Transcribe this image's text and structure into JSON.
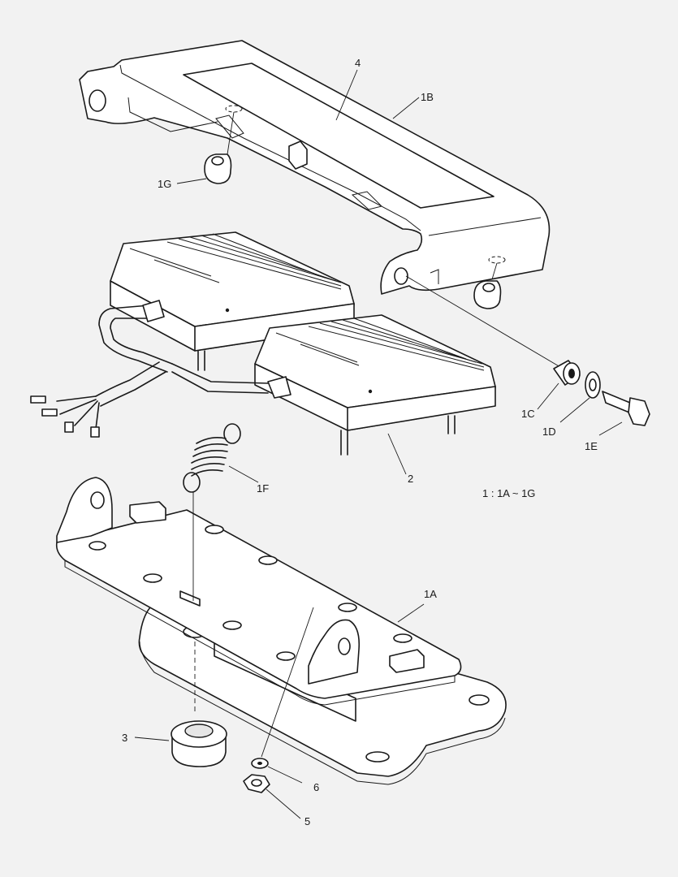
{
  "labels": {
    "l4": "4",
    "l1B": "1B",
    "l1G": "1G",
    "l1C": "1C",
    "l1D": "1D",
    "l1E": "1E",
    "l2": "2",
    "l1F": "1F",
    "l1A": "1A",
    "l3": "3",
    "l6": "6",
    "l5": "5",
    "assembly_note": "1 : 1A ~ 1G"
  }
}
